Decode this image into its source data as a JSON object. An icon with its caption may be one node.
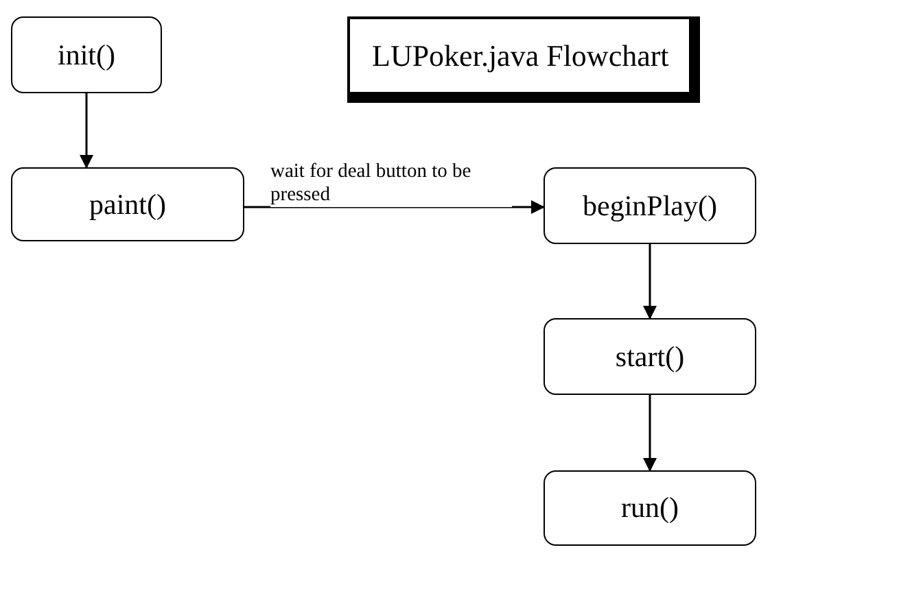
{
  "diagram": {
    "title": "LUPoker.java Flowchart",
    "nodes": [
      {
        "text": [
          "init()"
        ]
      },
      {
        "text": [
          "paint()"
        ]
      },
      {
        "text": [
          "beginPlay()"
        ]
      },
      {
        "text": [
          "start()"
        ]
      },
      {
        "text": [
          "run()"
        ]
      }
    ],
    "edges": [
      {
        "from": 0,
        "to": 1,
        "arrow": "to"
      },
      {
        "from": 1,
        "to": 2,
        "arrow": "to",
        "label": "wait for deal button to be pressed"
      },
      {
        "from": 2,
        "to": 3,
        "arrow": "to"
      },
      {
        "from": 3,
        "to": 4,
        "arrow": "to"
      }
    ]
  }
}
